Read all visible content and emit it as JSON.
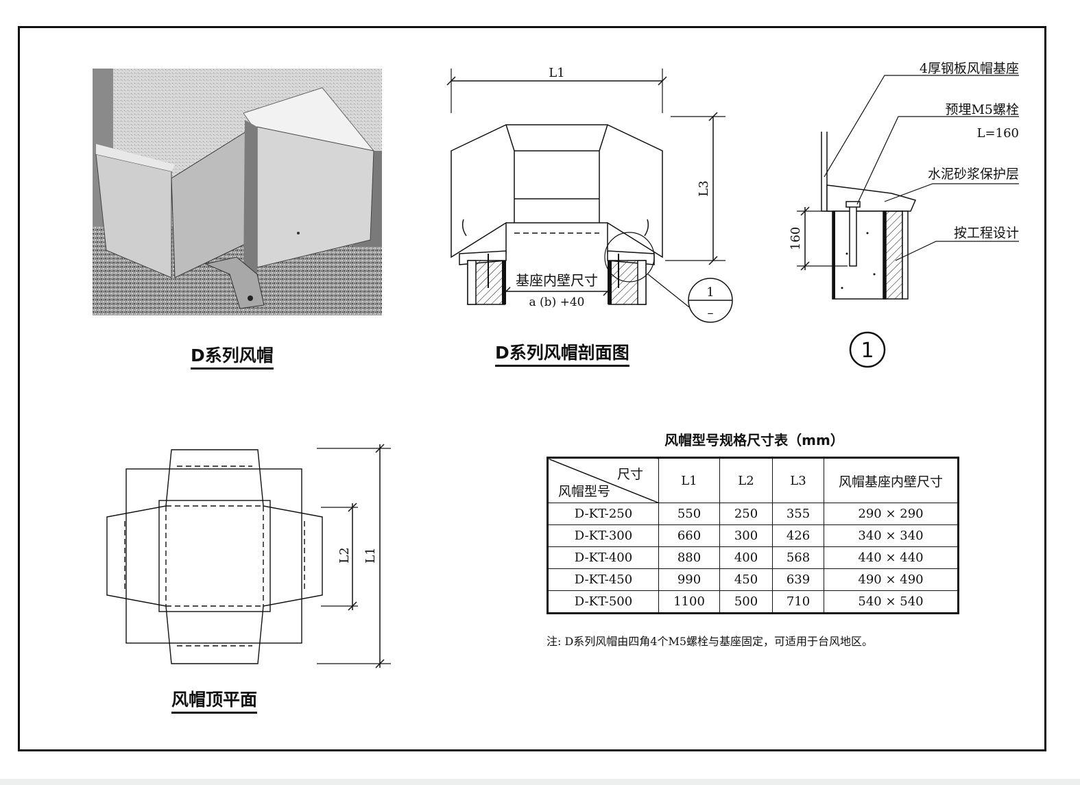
{
  "photo": {
    "caption": "D系列风帽"
  },
  "section": {
    "caption": "D系列风帽剖面图",
    "dim_l1": "L1",
    "dim_l3": "L3",
    "inner_size_label": "基座内壁尺寸",
    "inner_size_formula": "a (b) +40",
    "callout_number": "1",
    "callout_sheet": "–"
  },
  "detail": {
    "callout_number": "1",
    "label_base": "4厚钢板风帽基座",
    "label_bolt": "预埋M5螺栓",
    "label_bolt_length": "L=160",
    "label_mortar": "水泥砂浆保护层",
    "label_design": "按工程设计",
    "dim_160": "160"
  },
  "plan": {
    "caption": "风帽顶平面",
    "dim_l2": "L2",
    "dim_l1": "L1"
  },
  "table": {
    "title": "风帽型号规格尺寸表（mm）",
    "corner_top": "尺寸",
    "corner_bottom": "风帽型号",
    "headers": [
      "L1",
      "L2",
      "L3",
      "风帽基座内壁尺寸"
    ],
    "rows": [
      [
        "D-KT-250",
        "550",
        "250",
        "355",
        "290 × 290"
      ],
      [
        "D-KT-300",
        "660",
        "300",
        "426",
        "340 × 340"
      ],
      [
        "D-KT-400",
        "880",
        "400",
        "568",
        "440 × 440"
      ],
      [
        "D-KT-450",
        "990",
        "450",
        "639",
        "490 × 490"
      ],
      [
        "D-KT-500",
        "1100",
        "500",
        "710",
        "540 × 540"
      ]
    ]
  },
  "note": "注:  D系列风帽由四角4个M5螺栓与基座固定，可适用于台风地区。"
}
